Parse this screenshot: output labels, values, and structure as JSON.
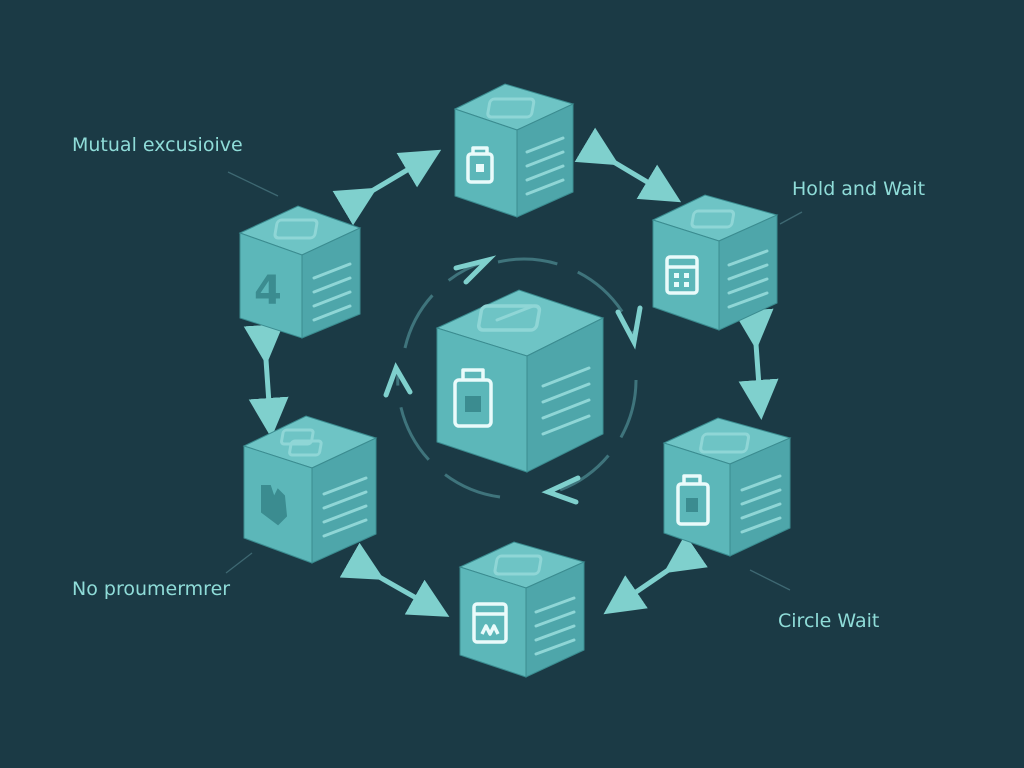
{
  "labels": {
    "mutual": "Mutual excusioive",
    "hold": "Hold and Wait",
    "no_pre": "No proumermrer",
    "circle": "Circle Wait"
  },
  "cube_left_digit": "4",
  "colors": {
    "background": "#1b3a45",
    "cube_top": "#6ec4c5",
    "cube_side": "#4ea6aa",
    "arrow": "#7fd0cd",
    "label": "#8fdcd8"
  }
}
